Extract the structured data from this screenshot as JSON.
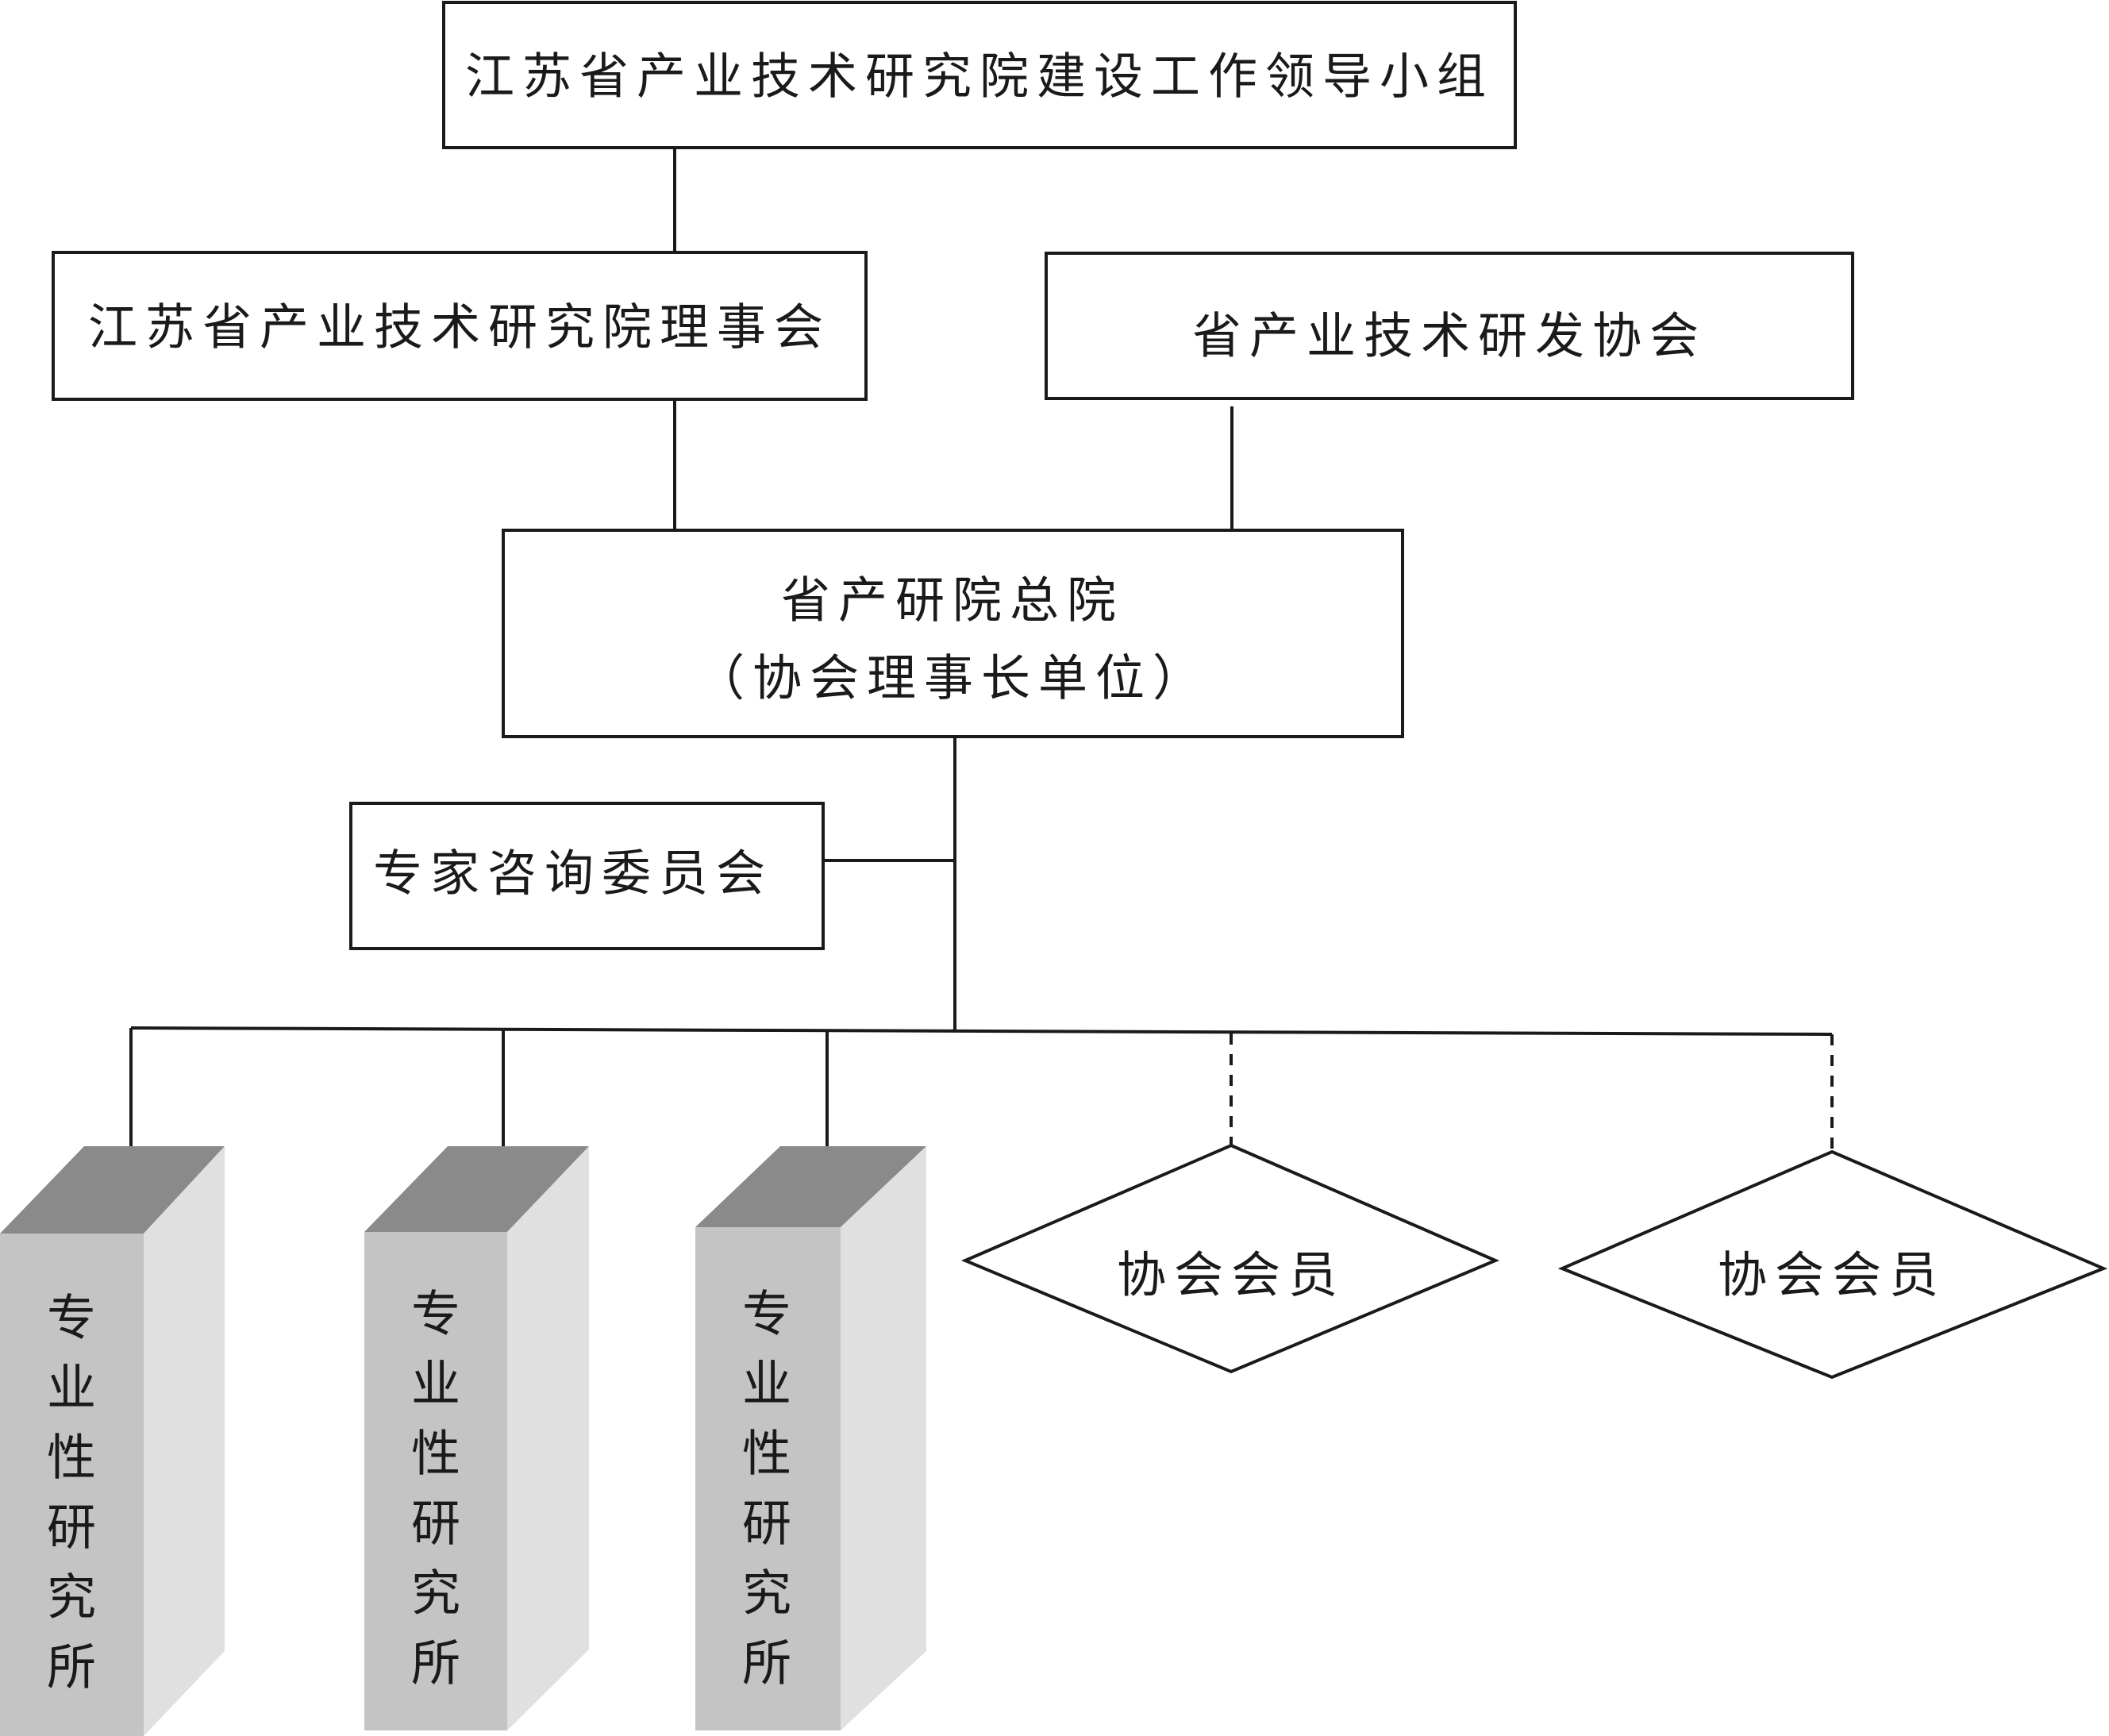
{
  "nodes": {
    "leading_group": "江苏省产业技术研究院建设工作领导小组",
    "council": "江苏省产业技术研究院理事会",
    "association": "省产业技术研发协会",
    "headquarters_line1": "省产研院总院",
    "headquarters_line2": "（协会理事长单位）",
    "expert_committee": "专家咨询委员会",
    "institutes": [
      [
        "专",
        "业",
        "性",
        "研",
        "究",
        "所"
      ],
      [
        "专",
        "业",
        "性",
        "研",
        "究",
        "所"
      ],
      [
        "专",
        "业",
        "性",
        "研",
        "究",
        "所"
      ]
    ],
    "members": [
      "协会会员",
      "协会会员"
    ]
  },
  "colors": {
    "line": "#1a1a1a",
    "block_top": "#8a8a8a",
    "block_front": "#c4c4c4",
    "block_side": "#e0e0e0"
  }
}
